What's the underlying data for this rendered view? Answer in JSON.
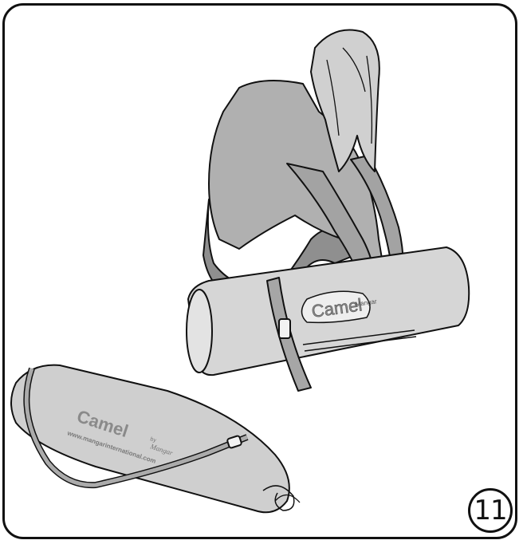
{
  "step": {
    "number": "11"
  },
  "rolled_mattress": {
    "brand": "Camel",
    "sub_brand": "Mangar"
  },
  "carry_bag": {
    "brand": "Camel",
    "by": "by",
    "sub_brand": "Mangar",
    "url": "www.mangarinternational.com"
  },
  "colors": {
    "outline": "#111111",
    "fill_light": "#d4d4d4",
    "fill_mid": "#a9a9a9",
    "fill_dark": "#8a8a8a",
    "text_gray": "#7a7a7a"
  }
}
